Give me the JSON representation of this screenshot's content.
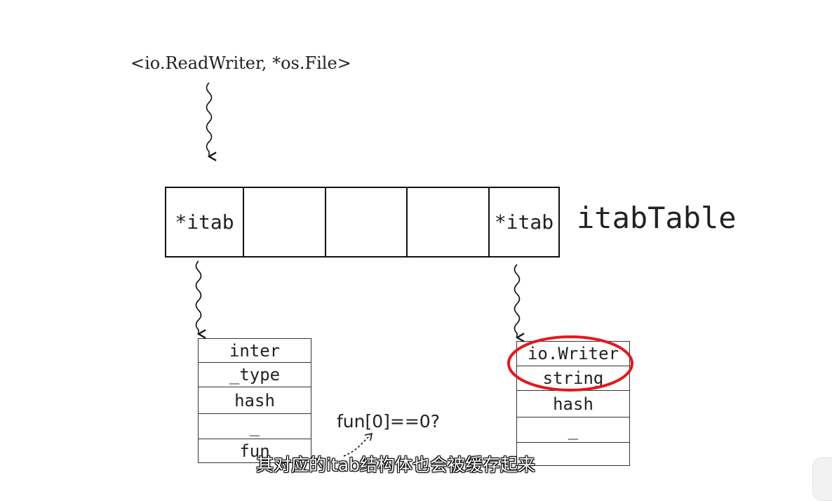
{
  "header": {
    "label": "<io.ReadWriter, *os.File>"
  },
  "itab_table": {
    "title": "itabTable",
    "cells": [
      "*itab",
      "",
      "",
      "",
      "*itab"
    ]
  },
  "left_itab": {
    "fields": [
      "inter",
      "_type",
      "hash",
      "_",
      "fun"
    ]
  },
  "right_itab": {
    "fields": [
      "io.Writer",
      "string",
      "hash",
      "_",
      ""
    ],
    "highlight_color": "#e8161b"
  },
  "annotation": {
    "text": "fun[0]==0?"
  },
  "subtitle": {
    "text": "其对应的itab结构体也会被缓存起来"
  }
}
